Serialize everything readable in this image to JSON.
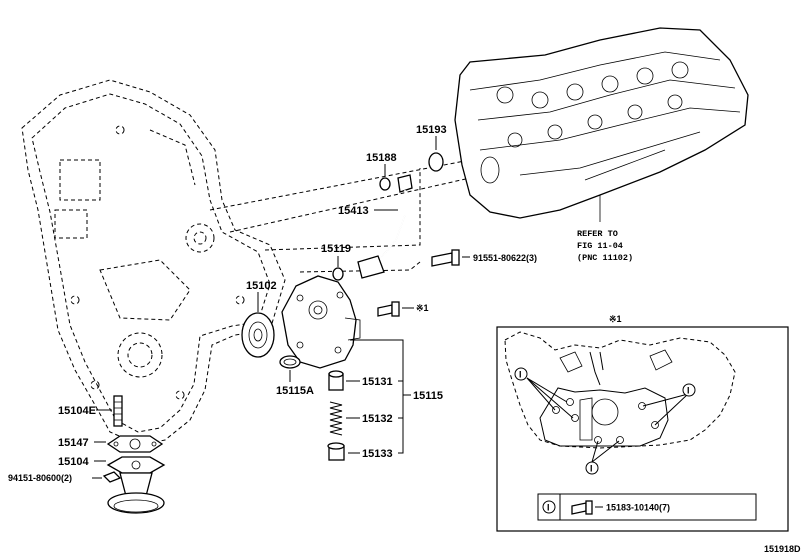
{
  "callouts": {
    "p15193": "15193",
    "p15188": "15188",
    "p15413": "15413",
    "p15119": "15119",
    "p91551": "91551-80622(3)",
    "p15102": "15102",
    "ref1_marker": "※1",
    "p15115A": "15115A",
    "p15131": "15131",
    "p15115": "15115",
    "p15132": "15132",
    "p15133": "15133",
    "p15104E": "15104E",
    "p15147": "15147",
    "p15104": "15104",
    "p94151": "94151-80600(2)"
  },
  "refer": {
    "line1": "REFER TO",
    "line2": "FIG 11-04",
    "line3": "(PNC 11102)"
  },
  "inset": {
    "title": "※1",
    "marker": "I",
    "legend_marker": "I",
    "legend_part": "15183-10140(7)"
  },
  "figure_id": "151918D"
}
